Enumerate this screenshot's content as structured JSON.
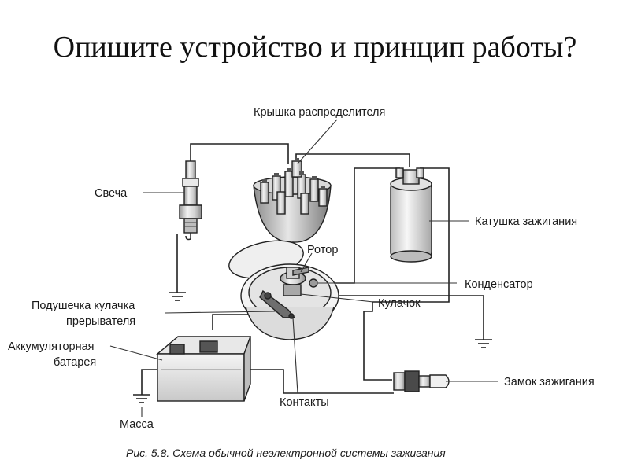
{
  "title": "Опишите устройство и принцип работы?",
  "labels": {
    "cap": "Крышка распределителя",
    "plug": "Свеча",
    "coil": "Катушка зажигания",
    "rotor": "Ротор",
    "condenser": "Конденсатор",
    "cam_pad_1": "Подушечка кулачка",
    "cam_pad_2": "прерывателя",
    "cam": "Кулачок",
    "battery_1": "Аккумуляторная",
    "battery_2": "батарея",
    "ignition_lock": "Замок зажигания",
    "contacts": "Контакты",
    "ground": "Масса"
  },
  "caption": "Рис. 5.8. Схема обычной неэлектронной системы зажигания"
}
